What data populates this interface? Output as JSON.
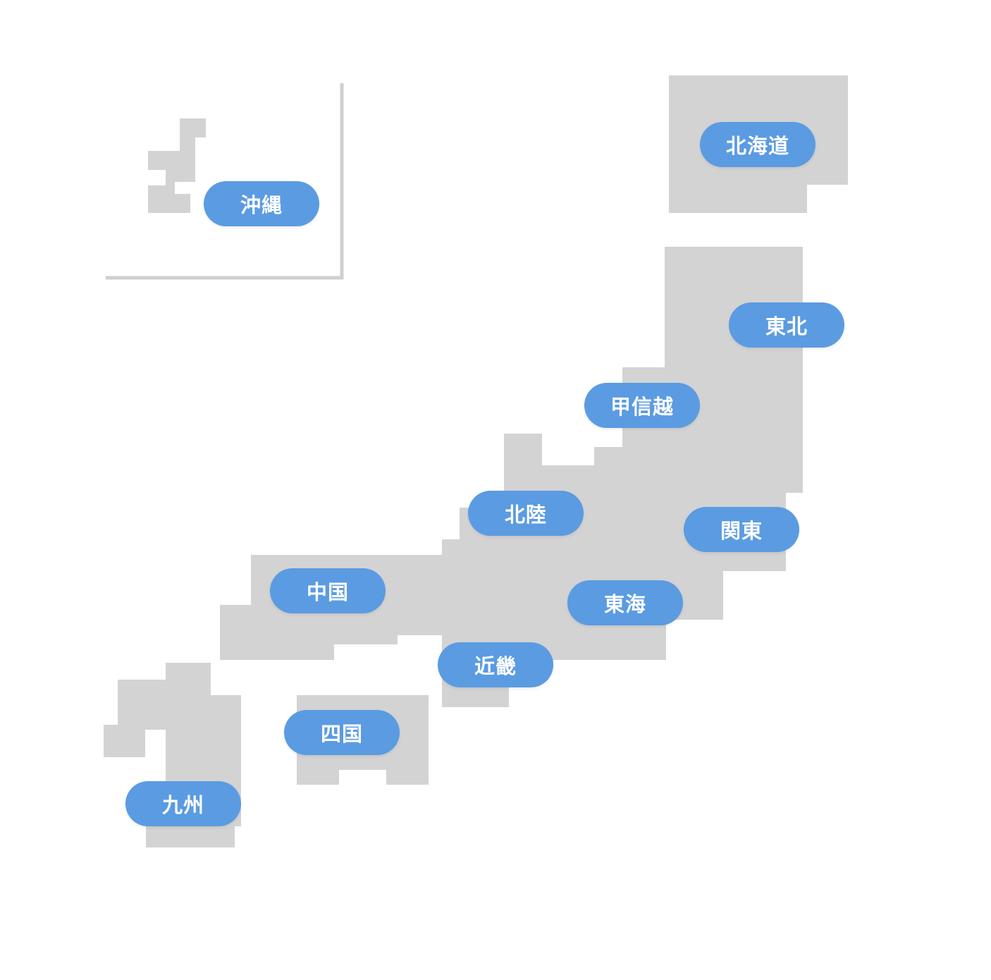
{
  "colors": {
    "land": "#d3d3d3",
    "button": "#5b9be2",
    "button_text": "#ffffff",
    "inset_frame": "#cfcfcf",
    "background": "#ffffff"
  },
  "regions": {
    "okinawa": {
      "label": "沖縄"
    },
    "hokkaido": {
      "label": "北海道"
    },
    "tohoku": {
      "label": "東北"
    },
    "koshinetsu": {
      "label": "甲信越"
    },
    "hokuriku": {
      "label": "北陸"
    },
    "kanto": {
      "label": "関東"
    },
    "chugoku": {
      "label": "中国"
    },
    "tokai": {
      "label": "東海"
    },
    "kinki": {
      "label": "近畿"
    },
    "shikoku": {
      "label": "四国"
    },
    "kyushu": {
      "label": "九州"
    }
  }
}
